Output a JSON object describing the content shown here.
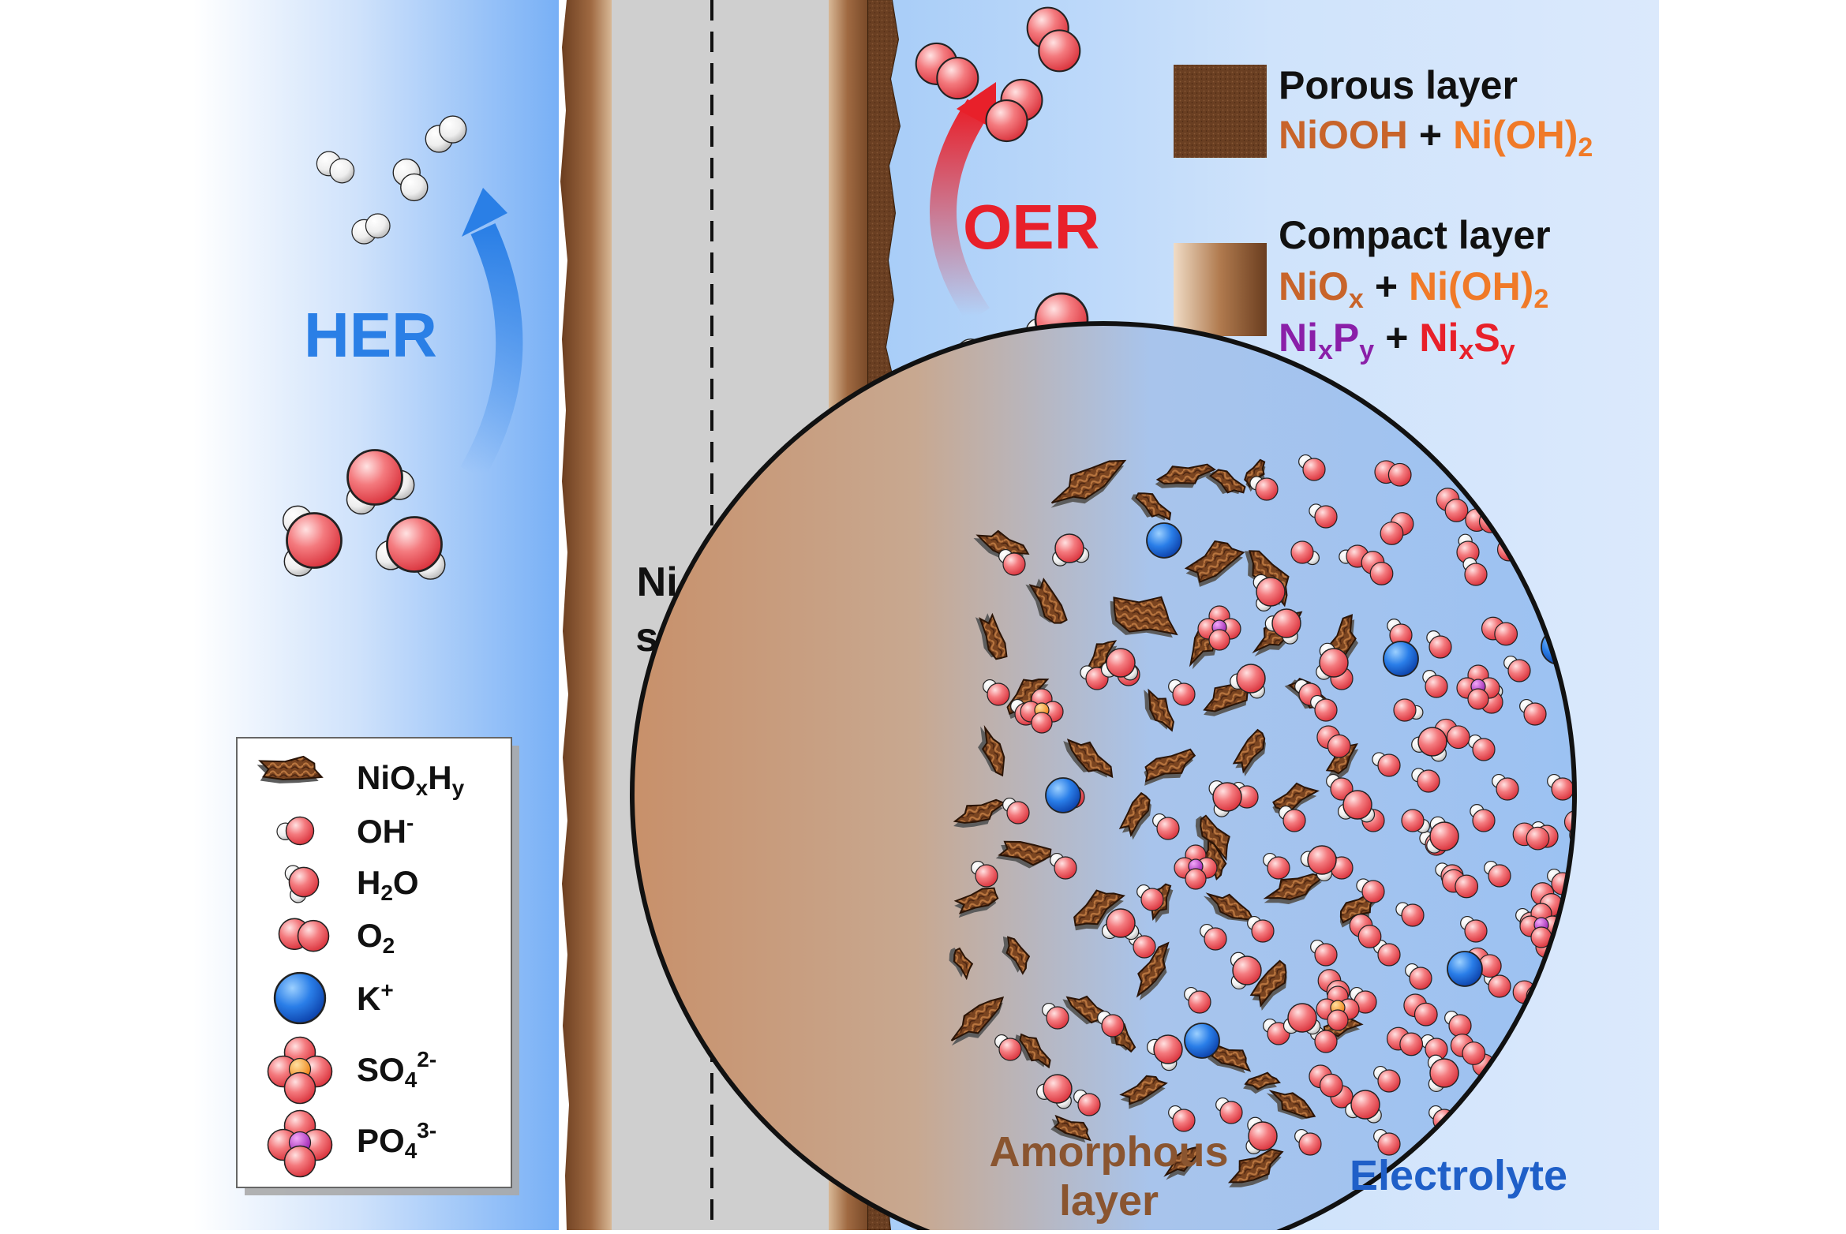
{
  "reactions": {
    "her": "HER",
    "oer": "OER"
  },
  "support_label": {
    "line1": "Ni foam",
    "line2": "support"
  },
  "layer_key": {
    "porous": {
      "title": "Porous layer",
      "part1": "NiOOH",
      "plus": "+",
      "part2": "Ni(OH)",
      "part2_sub": "2"
    },
    "compact": {
      "title": "Compact layer",
      "a1": "NiO",
      "a1_sub": "x",
      "a_plus": "+",
      "a2": "Ni(OH)",
      "a2_sub": "2",
      "b1": "Ni",
      "b1_sub1": "x",
      "b1_mid": "P",
      "b1_sub2": "y",
      "b_plus": "+",
      "b2": "Ni",
      "b2_sub1": "x",
      "b2_mid": "S",
      "b2_sub2": "y"
    }
  },
  "legend": {
    "niox": {
      "base": "NiO",
      "s1": "x",
      "mid": "H",
      "s2": "y"
    },
    "oh": {
      "base": "OH",
      "sup": "-"
    },
    "h2o": {
      "b1": "H",
      "sub": "2",
      "b2": "O"
    },
    "o2": {
      "base": "O",
      "sub": "2"
    },
    "k": {
      "base": "K",
      "sup": "+"
    },
    "so4": {
      "base": "SO",
      "sub": "4",
      "sup": "2-"
    },
    "po4": {
      "base": "PO",
      "sub": "4",
      "sup": "3-"
    }
  },
  "zoom_labels": {
    "amorphous_line1": "Amorphous",
    "amorphous_line2": "layer",
    "electrolyte": "Electrolyte"
  },
  "colors": {
    "her_blue": "#2a7fe6",
    "oer_red": "#e8202a",
    "niooh_orange": "#c8642a",
    "nioh2_orange": "#f07a28",
    "nixpy_purple": "#8a1fa8",
    "nixsy_red": "#e8202a",
    "amorphous_brown": "#8a5530",
    "electrolyte_blue": "#1f5fc8",
    "niox_brown": "#a86a38"
  }
}
